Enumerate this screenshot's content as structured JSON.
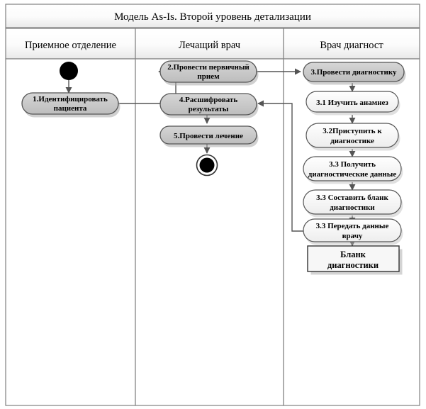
{
  "diagram": {
    "title": "Модель As-Is. Второй уровень детализации",
    "type": "uml-activity-swimlane",
    "colors": {
      "border": "#808080",
      "outer_border": "#666666",
      "header_fill_top": "#ffffff",
      "header_fill_bottom": "#ececec",
      "lane_body_fill": "#ffffff",
      "action_dark_fill": "#c8c8c8",
      "action_light_fill": "#f2f2f2",
      "object_fill": "#f7f7f7",
      "node_stroke": "#555555",
      "edge_stroke": "#555555",
      "terminal_fill": "#000000",
      "shadow": "#aaaaaa"
    },
    "lanes": [
      {
        "id": "lane-reception",
        "label": "Приемное отделение"
      },
      {
        "id": "lane-attending",
        "label": "Лечащий врач"
      },
      {
        "id": "lane-diagnostician",
        "label": "Врач диагност"
      }
    ],
    "nodes": [
      {
        "id": "start",
        "kind": "initial-node",
        "lane": 0,
        "label": ""
      },
      {
        "id": "a1",
        "kind": "action-dark",
        "lane": 0,
        "label": "1.Идентифицировать пациента",
        "lines": [
          "1.Идентифицировать",
          "пациента"
        ]
      },
      {
        "id": "a2",
        "kind": "action-dark",
        "lane": 1,
        "label": "2.Провести первичный прием",
        "lines": [
          "2.Провести первичный",
          "прием"
        ]
      },
      {
        "id": "a4",
        "kind": "action-dark",
        "lane": 1,
        "label": "4.Расшифровать результаты",
        "lines": [
          "4.Расшифровать",
          "результаты"
        ]
      },
      {
        "id": "a5",
        "kind": "action-dark",
        "lane": 1,
        "label": "5.Провести лечение",
        "lines": [
          "5.Провести лечение"
        ]
      },
      {
        "id": "end",
        "kind": "final-node",
        "lane": 1,
        "label": ""
      },
      {
        "id": "a3",
        "kind": "action-dark",
        "lane": 2,
        "label": "3.Провести диагностику",
        "lines": [
          "3.Провести диагностику"
        ]
      },
      {
        "id": "a31",
        "kind": "action-light",
        "lane": 2,
        "label": "3.1 Изучить анамнез",
        "lines": [
          "3.1 Изучить анамнез"
        ]
      },
      {
        "id": "a32",
        "kind": "action-light",
        "lane": 2,
        "label": "3.2Приступить к диагностике",
        "lines": [
          "3.2Приступить к",
          "диагностике"
        ]
      },
      {
        "id": "a33a",
        "kind": "action-light",
        "lane": 2,
        "label": "3.3 Получить диагностические данные",
        "lines": [
          "3.3 Получить",
          "диагностические данные"
        ]
      },
      {
        "id": "a33b",
        "kind": "action-light",
        "lane": 2,
        "label": "3.3 Составить бланк диагностики",
        "lines": [
          "3.3 Составить бланк",
          "диагностики"
        ]
      },
      {
        "id": "a33c",
        "kind": "action-light",
        "lane": 2,
        "label": "3.3 Передать данные врачу",
        "lines": [
          "3.3 Передать данные",
          "врачу"
        ]
      },
      {
        "id": "obj",
        "kind": "object-node",
        "lane": 2,
        "label": "Бланк диагностики",
        "lines": [
          "Бланк",
          "диагностики"
        ]
      }
    ],
    "edges": [
      {
        "from": "start",
        "to": "a1"
      },
      {
        "from": "a1",
        "to": "a2"
      },
      {
        "from": "a2",
        "to": "a3"
      },
      {
        "from": "a3",
        "to": "a31"
      },
      {
        "from": "a31",
        "to": "a32"
      },
      {
        "from": "a32",
        "to": "a33a"
      },
      {
        "from": "a33a",
        "to": "a33b"
      },
      {
        "from": "a33b",
        "to": "a33c"
      },
      {
        "from": "a33c",
        "to": "obj"
      },
      {
        "from": "a33c",
        "to": "a4"
      },
      {
        "from": "a4",
        "to": "a5"
      },
      {
        "from": "a5",
        "to": "end"
      }
    ]
  }
}
